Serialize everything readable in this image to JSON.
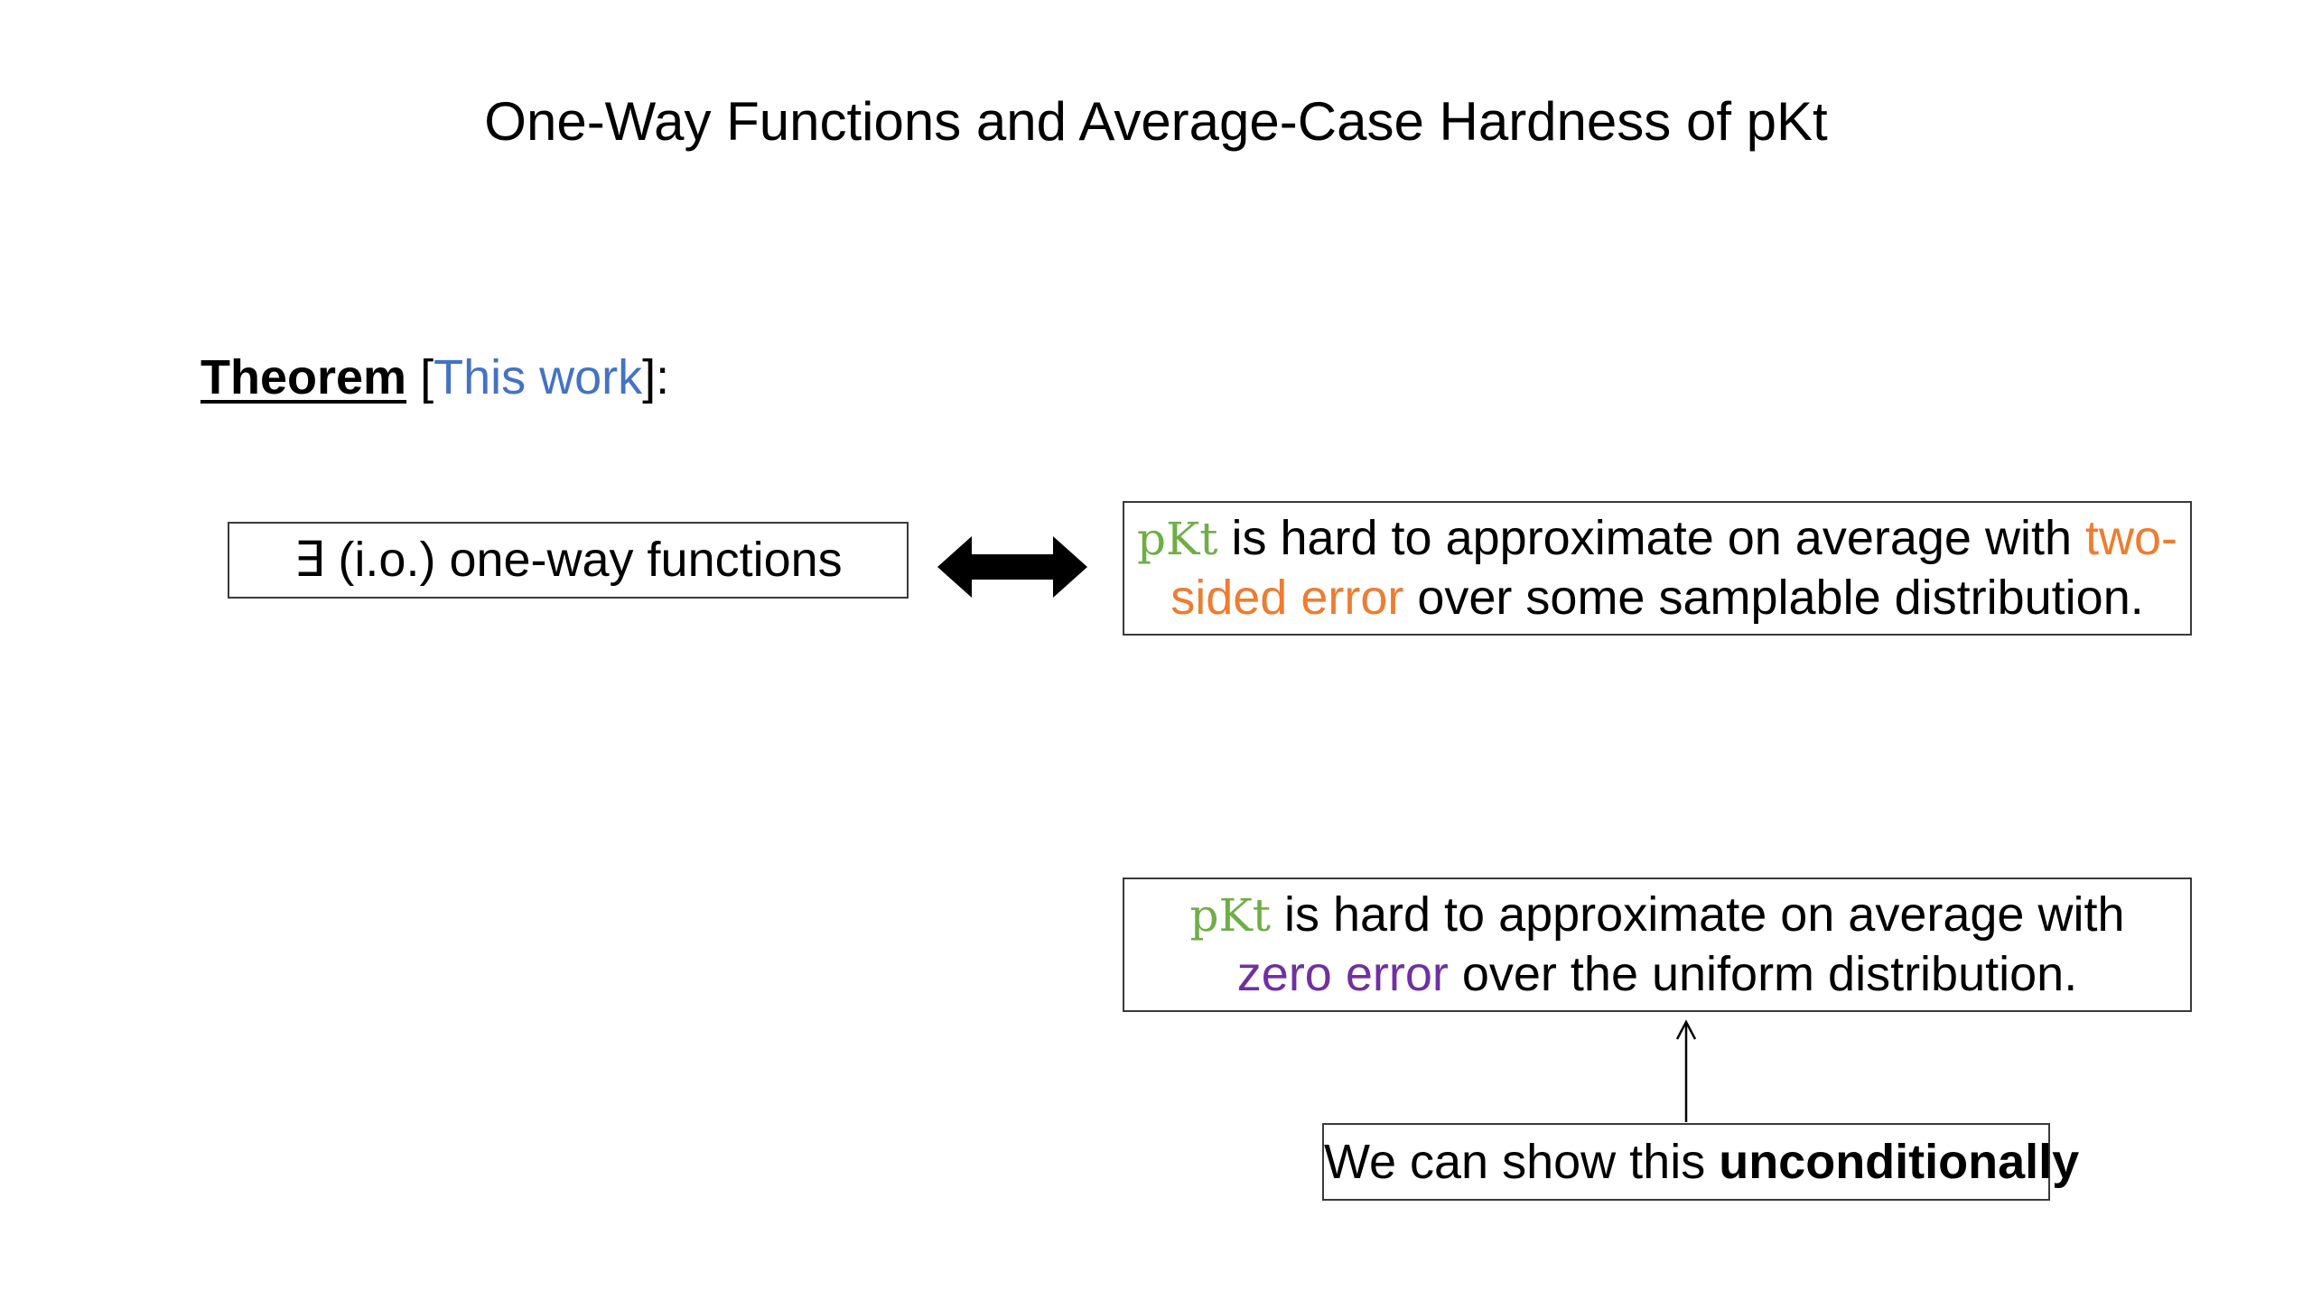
{
  "title": "One-Way Functions and Average-Case Hardness of pKt",
  "theorem": {
    "label": "Theorem",
    "open_bracket": " [",
    "citation": "This work",
    "close_bracket": "]:"
  },
  "left_box": {
    "text": "∃ (i.o.) one-way functions"
  },
  "right_box_top": {
    "term": "pKt",
    "line1_rest": " is hard to approximate on average with ",
    "highlight_part1": "two-",
    "highlight_part2": "sided error",
    "line2_rest": " over some samplable distribution."
  },
  "right_box_bottom": {
    "term": "pKt",
    "line1_rest": " is hard to approximate on average with",
    "highlight": "zero error",
    "line2_rest": " over the uniform distribution."
  },
  "note_box": {
    "prefix": "We can show this ",
    "emphasis": "unconditionally"
  },
  "colors": {
    "citation": "#4472c4",
    "term": "#70ad47",
    "two_sided": "#ed7d31",
    "zero_error": "#7030a0",
    "arrow": "#000000"
  }
}
